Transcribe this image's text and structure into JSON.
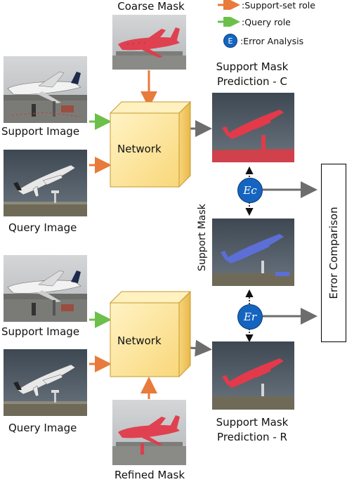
{
  "legend": {
    "support_role": "Support-set role",
    "query_role": "Query role",
    "error_analysis": "Error Analysis",
    "prefix": ": ",
    "badge_letter": "E"
  },
  "labels": {
    "coarse_mask": "Coarse Mask",
    "support_image_top": "Support Image",
    "query_image_top": "Query Image",
    "network_top": "Network",
    "support_pred_c_line1": "Support Mask",
    "support_pred_c_line2": "Prediction - C",
    "ec": "Ec",
    "support_mask": "Support Mask",
    "error_comparison": "Error Comparison",
    "er": "Er",
    "support_image_bottom": "Support Image",
    "network_bottom": "Network",
    "query_image_bottom": "Query Image",
    "support_pred_r_line1": "Support Mask",
    "support_pred_r_line2": "Prediction - R",
    "refined_mask": "Refined Mask"
  },
  "colors": {
    "support_arrow": "#e87a3c",
    "query_arrow": "#6cc04a",
    "gray_arrow": "#6d6d6d",
    "error_circle": "#1565c0",
    "mask_red": "#e23a4a",
    "mask_blue": "#5c6fd6",
    "network_fill_front": "#fde7a0",
    "network_fill_side": "#f3c65d"
  }
}
